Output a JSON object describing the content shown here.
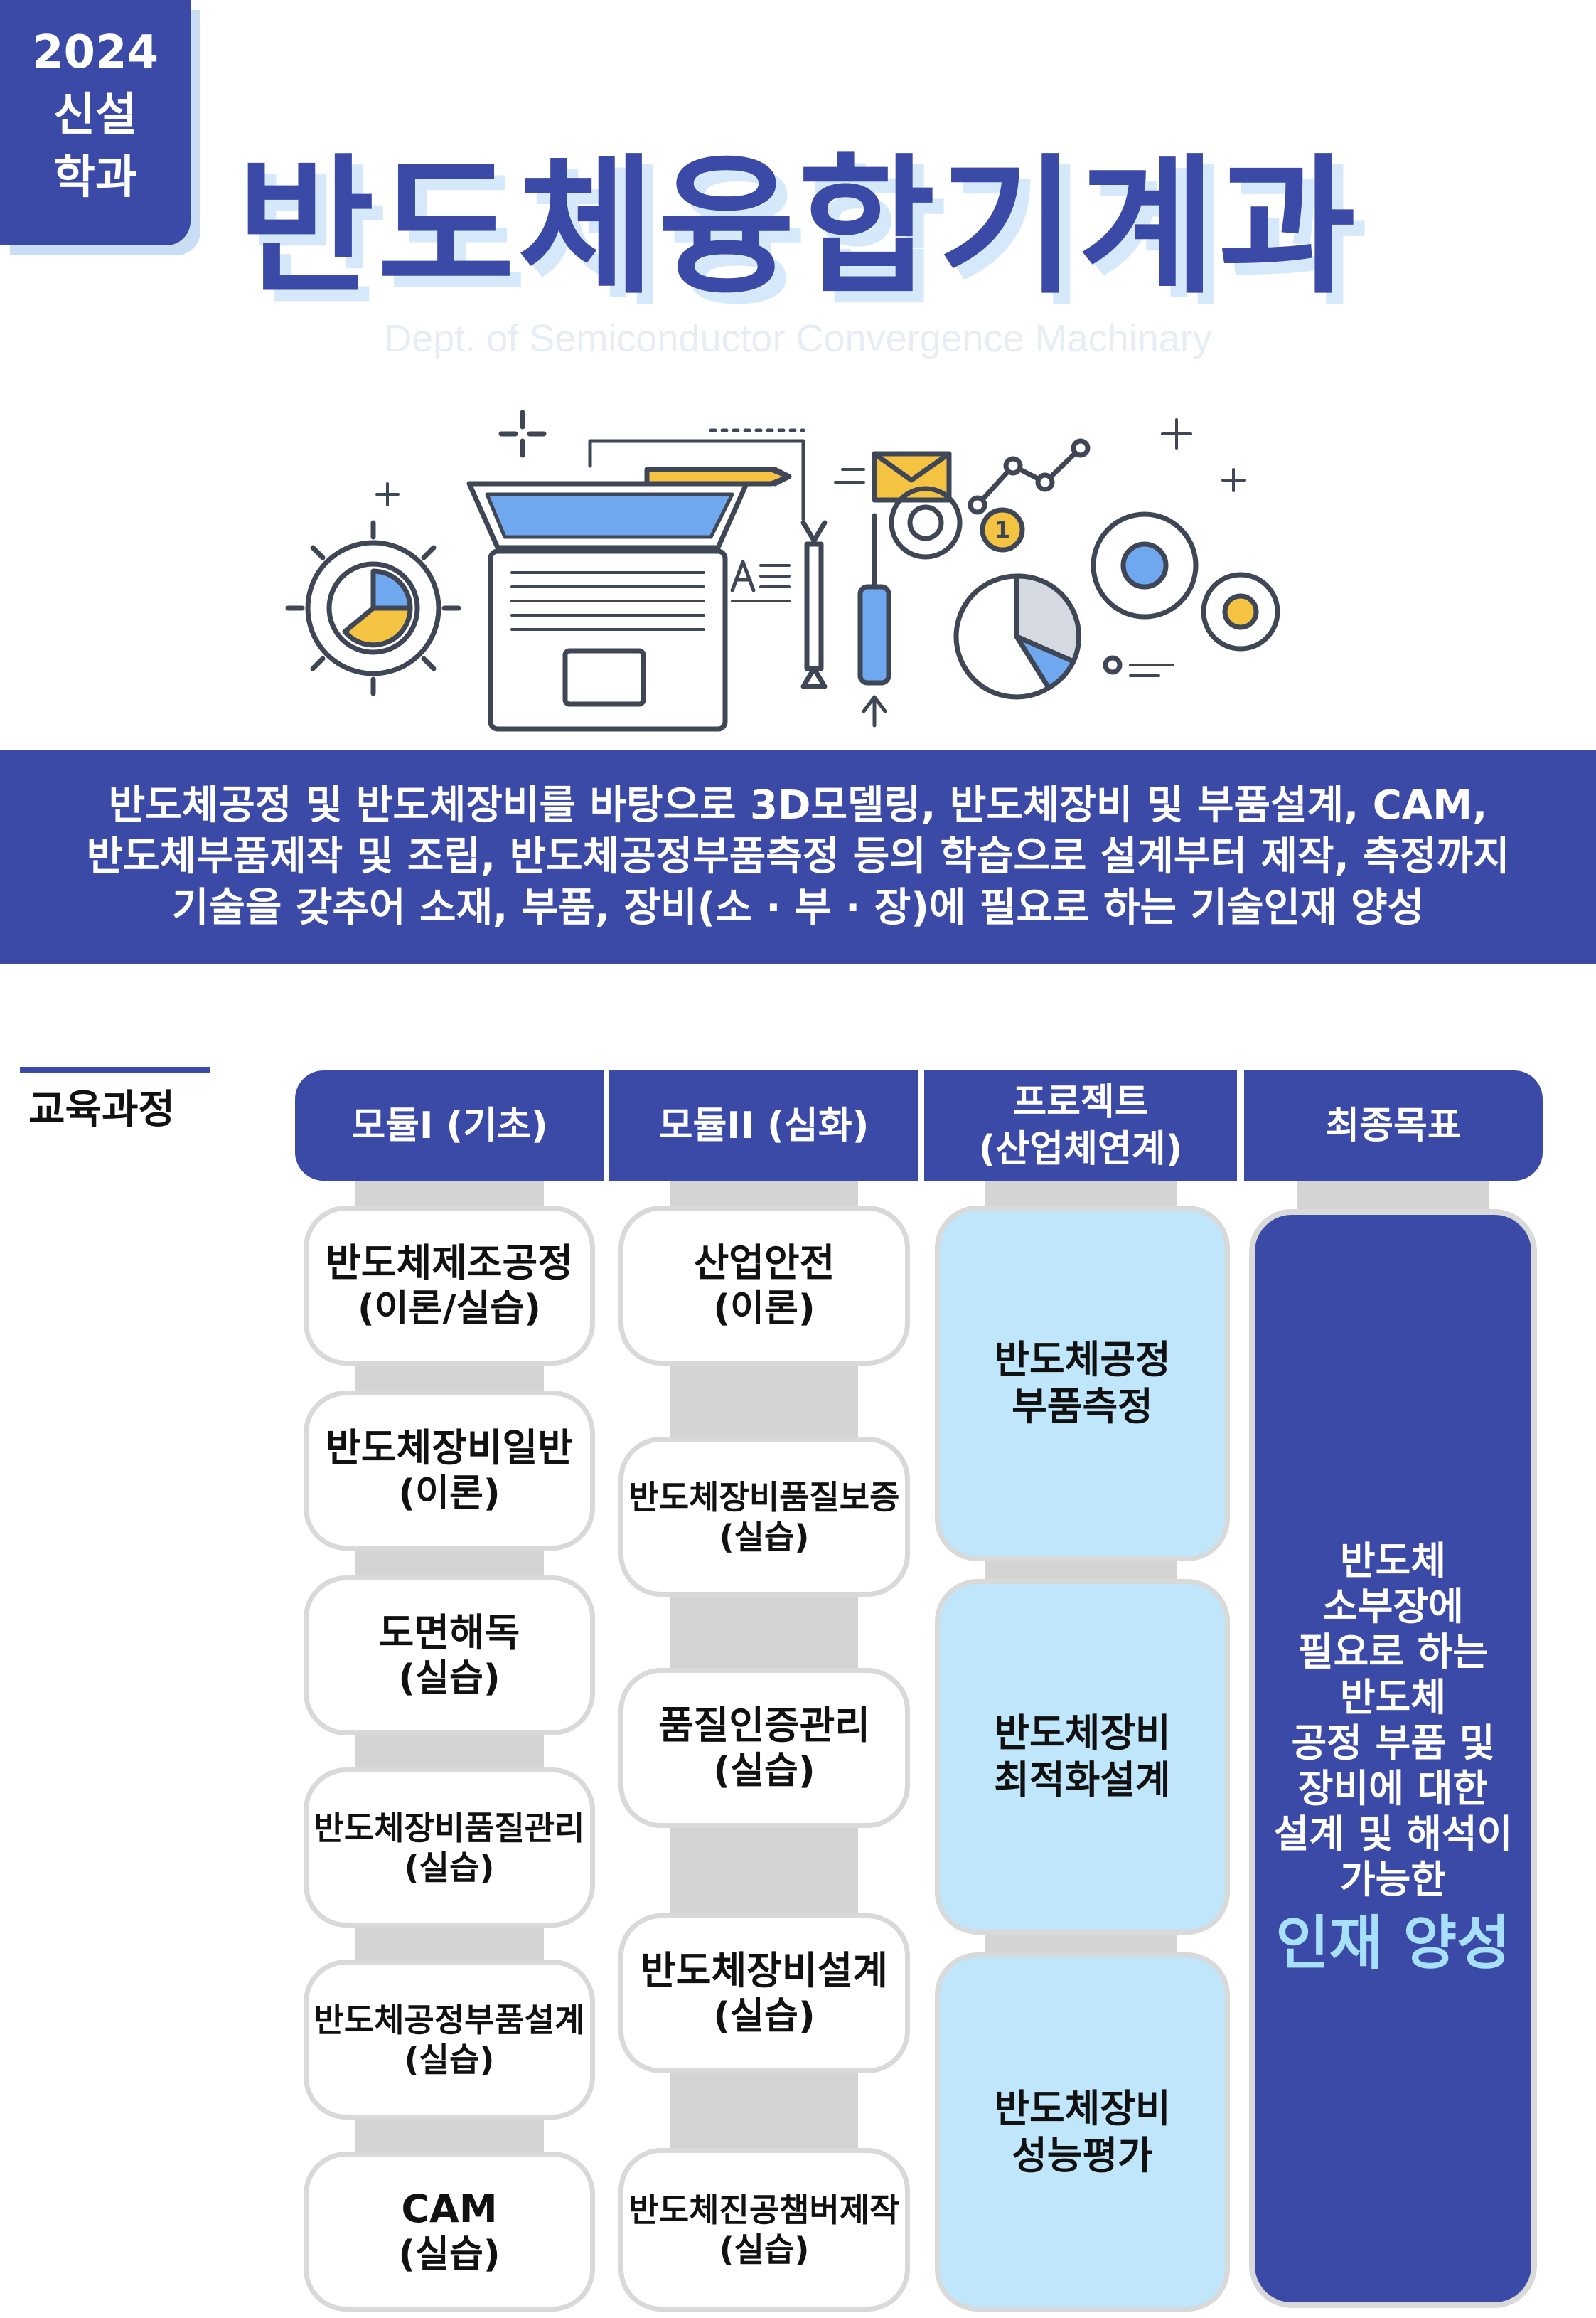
{
  "badge": {
    "line1": "2024",
    "line2": "신설",
    "line3": "학과"
  },
  "header": {
    "title": "반도체융합기계과",
    "subtitle": "Dept. of Semiconductor Convergence Machinary"
  },
  "illustration": {
    "icons": [
      "gear-chart-icon",
      "laptop-icon",
      "pencil-icon",
      "envelope-icon",
      "line-graph-icon",
      "wrench-icon",
      "screwdriver-icon",
      "coin-icon",
      "pie-chart-icon",
      "gear-icon",
      "text-document-icon"
    ],
    "colors": {
      "accent_blue": "#6fa8ef",
      "accent_yellow": "#f5c342",
      "outline": "#3f4756"
    }
  },
  "banner": {
    "line1": "반도체공정 및 반도체장비를 바탕으로 3D모델링, 반도체장비 및 부품설계, CAM,",
    "line2": "반도체부품제작 및 조립, 반도체공정부품측정 등의 학습으로 설계부터 제작, 측정까지",
    "line3": "기술을 갖추어 소재, 부품, 장비(소 · 부 · 장)에 필요로 하는 기술인재 양성"
  },
  "curriculum": {
    "label": "교육과정",
    "headers": {
      "module1": "모듈I (기초)",
      "module2": "모듈II (심화)",
      "project_line1": "프로젝트",
      "project_line2": "(산업체연계)",
      "goal": "최종목표"
    },
    "module1": [
      {
        "name": "반도체제조공정",
        "type": "(이론/실습)"
      },
      {
        "name": "반도체장비일반",
        "type": "(이론)"
      },
      {
        "name": "도면해독",
        "type": "(실습)"
      },
      {
        "name": "반도체장비품질관리",
        "type": "(실습)"
      },
      {
        "name": "반도체공정부품설계",
        "type": "(실습)"
      },
      {
        "name": "CAM",
        "type": "(실습)"
      }
    ],
    "module2": [
      {
        "name": "산업안전",
        "type": "(이론)"
      },
      {
        "name": "반도체장비품질보증",
        "type": "(실습)"
      },
      {
        "name": "품질인증관리",
        "type": "(실습)"
      },
      {
        "name": "반도체장비설계",
        "type": "(실습)"
      },
      {
        "name": "반도체진공챔버제작",
        "type": "(실습)"
      }
    ],
    "projects": [
      {
        "line1": "반도체공정",
        "line2": "부품측정"
      },
      {
        "line1": "반도체장비",
        "line2": "최적화설계"
      },
      {
        "line1": "반도체장비",
        "line2": "성능평가"
      }
    ],
    "goal": {
      "lines": [
        "반도체",
        "소부장에",
        "필요로 하는",
        "반도체",
        "공정 부품 및",
        "장비에 대한",
        "설계 및 해석이",
        "가능한"
      ],
      "highlight": "인재 양성"
    }
  },
  "colors": {
    "primary": "#3a4aa6",
    "project_fill": "#bfe6fb",
    "highlight": "#a6e0fb",
    "rail": "#d4d4d4"
  }
}
